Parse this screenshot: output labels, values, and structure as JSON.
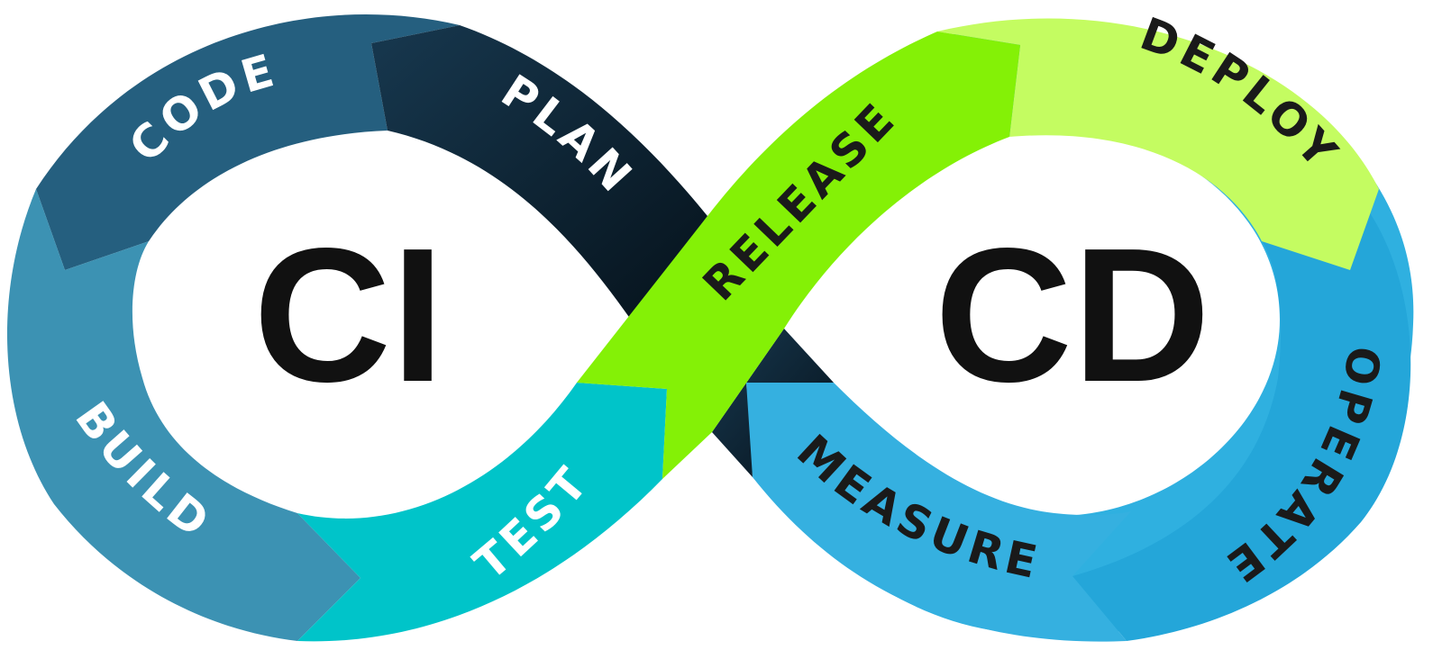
{
  "center_labels": {
    "left": "CI",
    "right": "CD"
  },
  "stages": {
    "code": {
      "label": "CODE",
      "color": "#255F7F",
      "text_color": "#ffffff"
    },
    "plan": {
      "label": "PLAN",
      "color": "#17384F",
      "text_color": "#ffffff"
    },
    "build": {
      "label": "BUILD",
      "color": "#3C92B3",
      "text_color": "#ffffff"
    },
    "test": {
      "label": "TEST",
      "color": "#00C4C9",
      "text_color": "#ffffff"
    },
    "release": {
      "label": "RELEASE",
      "color": "#84F106",
      "text_color": "#1a1a1a"
    },
    "deploy": {
      "label": "DEPLOY",
      "color": "#C4FC61",
      "text_color": "#1a1a1a"
    },
    "operate": {
      "label": "OPERATE",
      "color": "#24A6D9",
      "text_color": "#1a1a1a"
    },
    "measure": {
      "label": "MEASURE",
      "color": "#35B0E0",
      "text_color": "#1a1a1a"
    }
  }
}
